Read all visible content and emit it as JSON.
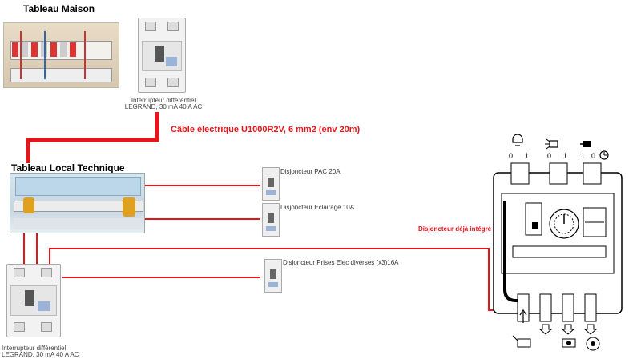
{
  "tableau_maison": {
    "title": "Tableau Maison",
    "breaker_caption_1": "Interrupteur différentiel",
    "breaker_caption_2": "LEGRAND, 30 mA 40 A AC"
  },
  "cable_label": "Câble électrique U1000R2V, 6 mm2 (env 20m)",
  "tableau_local": {
    "title": "Tableau Local Technique",
    "breaker_caption_1": "Interrupteur différentiel",
    "breaker_caption_2": "LEGRAND, 30 mA 40 A AC"
  },
  "disjoncteurs": [
    {
      "label": "Disjoncteur PAC 20A"
    },
    {
      "label": "Disjoncteur Eclairage 10A"
    },
    {
      "label": "Disjoncteur Prises Elec diverses (x3)16A"
    }
  ],
  "pool_box": {
    "annotation": "Disjoncteur déjà intégré ???",
    "switch_positions": [
      "0",
      "1",
      "0",
      "1",
      "1",
      "0"
    ]
  },
  "colors": {
    "wire_red": "#e8141a",
    "annotation_red": "#e8141a"
  },
  "icons": [
    "lamp-icon",
    "spotlight-icon",
    "pump-icon",
    "timer-icon",
    "arrow-icon",
    "plug-icon",
    "light-icon",
    "pump-motor-icon"
  ]
}
